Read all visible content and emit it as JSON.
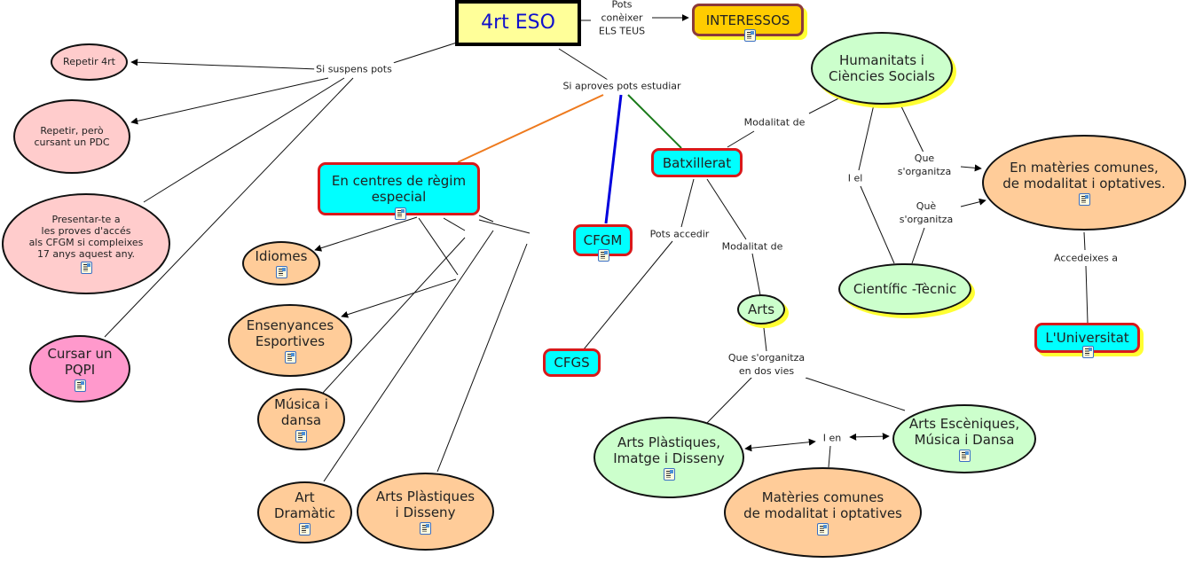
{
  "title": "4rt ESO",
  "colors": {
    "link_orange": "#ee7a1e",
    "link_blue": "#0000dd",
    "link_green": "#1a7a1a",
    "rect_fill": "#00ffff",
    "rect_border": "#d9191b",
    "root_fill": "#ffff99",
    "interessos_fill": "#ffcc00",
    "pink": "#ffcccc",
    "hotpink": "#ff99cc",
    "peach": "#ffcc99",
    "green": "#ccffcc"
  },
  "nodes": {
    "root": {
      "label": "4rt ESO"
    },
    "interessos": {
      "label": "INTERESSOS",
      "icon": "resource-icon"
    },
    "repetir4rt": {
      "label": "Repetir 4rt"
    },
    "repetirpdc": {
      "lines": [
        "Repetir,  però",
        "cursant un PDC"
      ]
    },
    "proves": {
      "lines": [
        "Presentar-te a",
        "les proves d'accés",
        "als CFGM si compleixes",
        "17 anys aquest any."
      ],
      "icon": "resource-icon"
    },
    "pqpi": {
      "lines": [
        "Cursar un",
        "PQPI"
      ],
      "icon": "resource-icon"
    },
    "regim": {
      "lines": [
        "En centres de règim",
        "especial"
      ],
      "icon": "resource-icon"
    },
    "idiomes": {
      "label": "Idiomes",
      "icon": "resource-icon"
    },
    "esportives": {
      "lines": [
        "Ensenyances",
        "Esportives"
      ],
      "icon": "resource-icon"
    },
    "musica": {
      "lines": [
        "Música i",
        "dansa"
      ],
      "icon": "resource-icon"
    },
    "dramatic": {
      "lines": [
        "Art",
        "Dramàtic"
      ],
      "icon": "resource-icon"
    },
    "plastiques_disseny": {
      "lines": [
        "Arts Plàstiques",
        "i Disseny"
      ],
      "icon": "resource-icon"
    },
    "cfgm": {
      "label": "CFGM",
      "icon": "resource-icon"
    },
    "cfgs": {
      "label": "CFGS"
    },
    "batxillerat": {
      "label": "Batxillerat"
    },
    "humanitats": {
      "lines": [
        "Humanitats i",
        "Ciències Socials"
      ]
    },
    "materies_right": {
      "lines": [
        "En  matèries comunes,",
        "de modalitat i optatives."
      ],
      "icon": "resource-icon"
    },
    "cientific": {
      "label": "Científic -Tècnic"
    },
    "universitat": {
      "label": "L'Universitat",
      "icon": "resource-icon"
    },
    "arts": {
      "label": "Arts"
    },
    "arts_plastiques": {
      "lines": [
        "Arts Plàstiques,",
        "Imatge i Disseny"
      ],
      "icon": "resource-icon"
    },
    "arts_esceniques": {
      "lines": [
        "Arts Escèniques,",
        "Música i Dansa"
      ],
      "icon": "resource-icon"
    },
    "materies_bottom": {
      "lines": [
        "Matèries comunes",
        "de modalitat i optatives"
      ],
      "icon": "resource-icon"
    }
  },
  "link_labels": {
    "pots_coneixer": [
      "Pots",
      "conèixer",
      "ELS TEUS"
    ],
    "si_suspens": "Si suspens pots",
    "si_aproves": "Si aproves pots estudiar",
    "modalitat_de_1": "Modalitat de",
    "modalitat_de_2": "Modalitat de",
    "pots_accedir": "Pots accedir",
    "que_sorganitza": [
      "Que",
      "s'organitza"
    ],
    "que_sorganitza_2": [
      "Què",
      "s'organitza"
    ],
    "i_el": "I el",
    "accedeixes_a": "Accedeixes a",
    "dos_vies": [
      "Que s'organitza",
      "en dos vies"
    ],
    "i_en": "I en"
  }
}
